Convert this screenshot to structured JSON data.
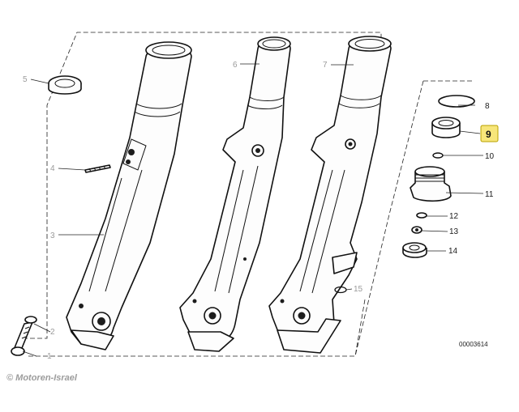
{
  "diagram": {
    "callouts": [
      {
        "id": "c1",
        "label": "1"
      },
      {
        "id": "c2",
        "label": "2"
      },
      {
        "id": "c3",
        "label": "3"
      },
      {
        "id": "c4",
        "label": "4"
      },
      {
        "id": "c5",
        "label": "5"
      },
      {
        "id": "c6",
        "label": "6"
      },
      {
        "id": "c7",
        "label": "7"
      },
      {
        "id": "c8",
        "label": "8"
      },
      {
        "id": "c9",
        "label": "9"
      },
      {
        "id": "c10",
        "label": "10"
      },
      {
        "id": "c11",
        "label": "11"
      },
      {
        "id": "c12",
        "label": "12"
      },
      {
        "id": "c13",
        "label": "13"
      },
      {
        "id": "c14",
        "label": "14"
      },
      {
        "id": "c15",
        "label": "15"
      }
    ],
    "highlighted_callout": "9",
    "highlight_color": "#f7e67a",
    "reference_number": "00003614",
    "copyright": "© Motoren-Israel"
  }
}
